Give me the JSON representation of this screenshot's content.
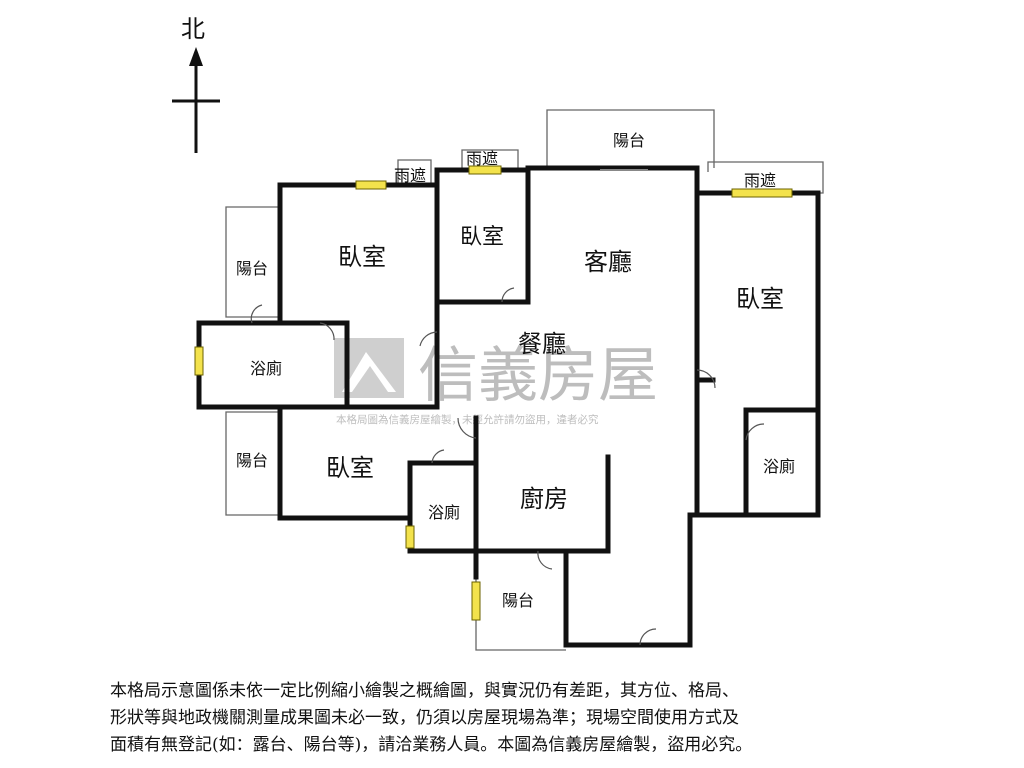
{
  "compass": {
    "north_label": "北"
  },
  "rooms": {
    "bedroom_nw": "臥室",
    "bedroom_north_small": "臥室",
    "bedroom_east": "臥室",
    "bedroom_sw": "臥室",
    "living_room": "客廳",
    "dining_room": "餐廳",
    "kitchen": "廚房",
    "bathroom_west": "浴廁",
    "bathroom_center": "浴廁",
    "bathroom_east": "浴廁",
    "balcony_north": "陽台",
    "balcony_west_upper": "陽台",
    "balcony_west_lower": "陽台",
    "balcony_south": "陽台",
    "awning_1": "雨遮",
    "awning_2": "雨遮",
    "awning_3": "雨遮"
  },
  "watermark": {
    "brand": "信義房屋",
    "notice": "本格局圖為信義房屋繪製，未經允許請勿盜用，違者必究"
  },
  "disclaimer": {
    "line1": "本格局示意圖係未依一定比例縮小繪製之概繪圖，與實況仍有差距，其方位、格局、",
    "line2": "形狀等與地政機關測量成果圖未必一致，仍須以房屋現場為準；現場空間使用方式及",
    "line3": "面積有無登記(如：露台、陽台等)，請洽業務人員。本圖為信義房屋繪製，盜用必究。"
  },
  "colors": {
    "wall": "#111111",
    "window": "#f3e24c",
    "watermark": "#bdbdbd"
  }
}
